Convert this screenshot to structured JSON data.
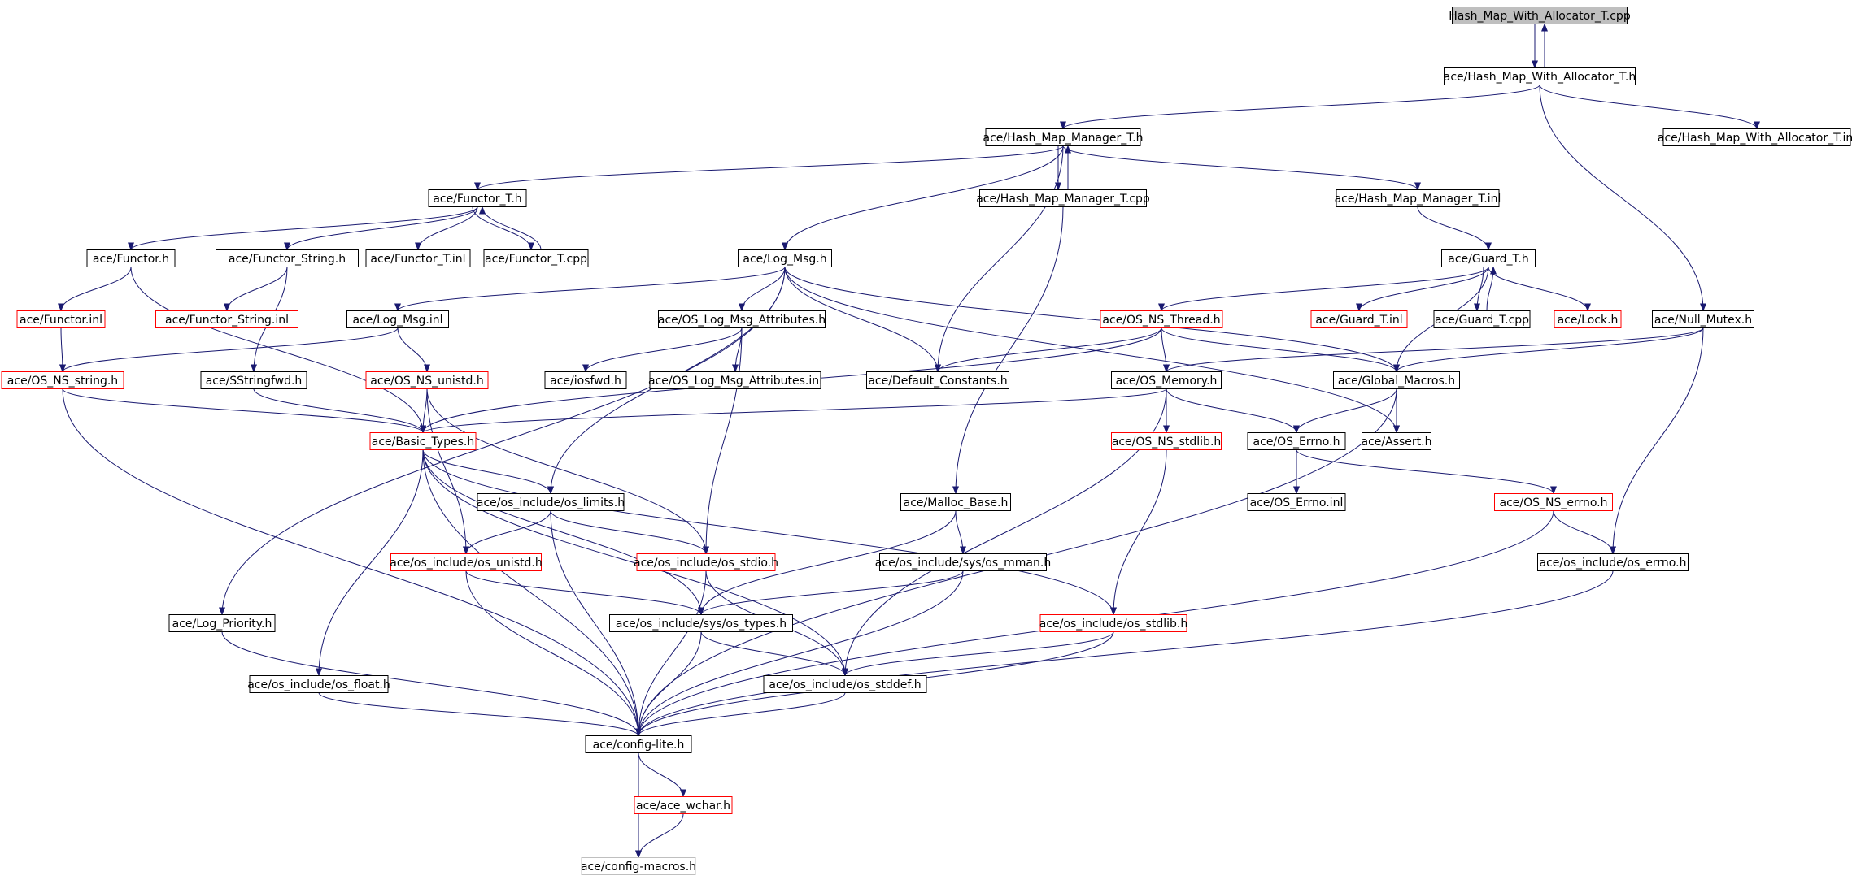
{
  "colors": {
    "edge": "#191970",
    "node_border_black": "#000000",
    "node_border_red": "#ff0000",
    "node_border_gray": "#bfbfbf",
    "root_fill": "#bfbfbf",
    "node_fill": "#ffffff"
  },
  "nodes": [
    {
      "id": "hmwa_cpp",
      "label": "Hash_Map_With_Allocator_T.cpp",
      "border": "black",
      "fill": "gray"
    },
    {
      "id": "hmwa_h",
      "label": "ace/Hash_Map_With_Allocator_T.h",
      "border": "black"
    },
    {
      "id": "hmm_h",
      "label": "ace/Hash_Map_Manager_T.h",
      "border": "black"
    },
    {
      "id": "hmwa_inl",
      "label": "ace/Hash_Map_With_Allocator_T.inl",
      "border": "black"
    },
    {
      "id": "functor_t_h",
      "label": "ace/Functor_T.h",
      "border": "black"
    },
    {
      "id": "hmm_cpp",
      "label": "ace/Hash_Map_Manager_T.cpp",
      "border": "black"
    },
    {
      "id": "hmm_inl",
      "label": "ace/Hash_Map_Manager_T.inl",
      "border": "black"
    },
    {
      "id": "functor_h",
      "label": "ace/Functor.h",
      "border": "black"
    },
    {
      "id": "functor_string_h",
      "label": "ace/Functor_String.h",
      "border": "black"
    },
    {
      "id": "functor_t_inl",
      "label": "ace/Functor_T.inl",
      "border": "black"
    },
    {
      "id": "functor_t_cpp",
      "label": "ace/Functor_T.cpp",
      "border": "black"
    },
    {
      "id": "log_msg_h",
      "label": "ace/Log_Msg.h",
      "border": "black"
    },
    {
      "id": "guard_t_h",
      "label": "ace/Guard_T.h",
      "border": "black"
    },
    {
      "id": "functor_inl",
      "label": "ace/Functor.inl",
      "border": "red"
    },
    {
      "id": "functor_string_inl",
      "label": "ace/Functor_String.inl",
      "border": "red"
    },
    {
      "id": "log_msg_inl",
      "label": "ace/Log_Msg.inl",
      "border": "black"
    },
    {
      "id": "os_log_msg_attr_h",
      "label": "ace/OS_Log_Msg_Attributes.h",
      "border": "black"
    },
    {
      "id": "os_ns_thread_h",
      "label": "ace/OS_NS_Thread.h",
      "border": "red"
    },
    {
      "id": "guard_t_inl",
      "label": "ace/Guard_T.inl",
      "border": "red"
    },
    {
      "id": "guard_t_cpp",
      "label": "ace/Guard_T.cpp",
      "border": "black"
    },
    {
      "id": "lock_h",
      "label": "ace/Lock.h",
      "border": "red"
    },
    {
      "id": "null_mutex_h",
      "label": "ace/Null_Mutex.h",
      "border": "black"
    },
    {
      "id": "os_ns_string_h",
      "label": "ace/OS_NS_string.h",
      "border": "red"
    },
    {
      "id": "sstringfwd_h",
      "label": "ace/SStringfwd.h",
      "border": "black"
    },
    {
      "id": "os_ns_unistd_h",
      "label": "ace/OS_NS_unistd.h",
      "border": "red"
    },
    {
      "id": "iosfwd_h",
      "label": "ace/iosfwd.h",
      "border": "black"
    },
    {
      "id": "os_log_msg_attr_inl",
      "label": "ace/OS_Log_Msg_Attributes.inl",
      "border": "black"
    },
    {
      "id": "default_constants_h",
      "label": "ace/Default_Constants.h",
      "border": "black"
    },
    {
      "id": "os_memory_h",
      "label": "ace/OS_Memory.h",
      "border": "black"
    },
    {
      "id": "global_macros_h",
      "label": "ace/Global_Macros.h",
      "border": "black"
    },
    {
      "id": "basic_types_h",
      "label": "ace/Basic_Types.h",
      "border": "red"
    },
    {
      "id": "os_ns_stdlib_h",
      "label": "ace/OS_NS_stdlib.h",
      "border": "red"
    },
    {
      "id": "os_errno_h",
      "label": "ace/OS_Errno.h",
      "border": "black"
    },
    {
      "id": "assert_h",
      "label": "ace/Assert.h",
      "border": "black"
    },
    {
      "id": "os_limits_h",
      "label": "ace/os_include/os_limits.h",
      "border": "black"
    },
    {
      "id": "malloc_base_h",
      "label": "ace/Malloc_Base.h",
      "border": "black"
    },
    {
      "id": "os_errno_inl",
      "label": "ace/OS_Errno.inl",
      "border": "black"
    },
    {
      "id": "os_ns_errno_h",
      "label": "ace/OS_NS_errno.h",
      "border": "red"
    },
    {
      "id": "os_unistd_h",
      "label": "ace/os_include/os_unistd.h",
      "border": "red"
    },
    {
      "id": "os_stdio_h",
      "label": "ace/os_include/os_stdio.h",
      "border": "red"
    },
    {
      "id": "os_mman_h",
      "label": "ace/os_include/sys/os_mman.h",
      "border": "black"
    },
    {
      "id": "os_errno_inc_h",
      "label": "ace/os_include/os_errno.h",
      "border": "black"
    },
    {
      "id": "log_priority_h",
      "label": "ace/Log_Priority.h",
      "border": "black"
    },
    {
      "id": "os_types_h",
      "label": "ace/os_include/sys/os_types.h",
      "border": "black"
    },
    {
      "id": "os_stdlib_h",
      "label": "ace/os_include/os_stdlib.h",
      "border": "red"
    },
    {
      "id": "os_float_h",
      "label": "ace/os_include/os_float.h",
      "border": "black"
    },
    {
      "id": "os_stddef_h",
      "label": "ace/os_include/os_stddef.h",
      "border": "black"
    },
    {
      "id": "config_lite_h",
      "label": "ace/config-lite.h",
      "border": "black"
    },
    {
      "id": "ace_wchar_h",
      "label": "ace/ace_wchar.h",
      "border": "red"
    },
    {
      "id": "config_macros_h",
      "label": "ace/config-macros.h",
      "border": "gray"
    }
  ],
  "edges": [
    [
      "hmwa_cpp",
      "hmwa_h"
    ],
    [
      "hmwa_h",
      "hmwa_cpp"
    ],
    [
      "hmwa_h",
      "hmm_h"
    ],
    [
      "hmwa_h",
      "hmwa_inl"
    ],
    [
      "hmwa_h",
      "null_mutex_h"
    ],
    [
      "hmm_h",
      "functor_t_h"
    ],
    [
      "hmm_h",
      "hmm_cpp"
    ],
    [
      "hmm_cpp",
      "hmm_h"
    ],
    [
      "hmm_h",
      "hmm_inl"
    ],
    [
      "hmm_h",
      "log_msg_h"
    ],
    [
      "hmm_h",
      "default_constants_h"
    ],
    [
      "functor_t_h",
      "functor_h"
    ],
    [
      "functor_t_h",
      "functor_string_h"
    ],
    [
      "functor_t_h",
      "functor_t_inl"
    ],
    [
      "functor_t_h",
      "functor_t_cpp"
    ],
    [
      "functor_t_cpp",
      "functor_t_h"
    ],
    [
      "functor_h",
      "functor_inl"
    ],
    [
      "functor_h",
      "basic_types_h"
    ],
    [
      "functor_inl",
      "os_ns_string_h"
    ],
    [
      "functor_string_h",
      "functor_string_inl"
    ],
    [
      "functor_string_h",
      "sstringfwd_h"
    ],
    [
      "hmm_inl",
      "guard_t_h"
    ],
    [
      "hmm_cpp",
      "malloc_base_h"
    ],
    [
      "log_msg_h",
      "log_msg_inl"
    ],
    [
      "log_msg_h",
      "os_log_msg_attr_h"
    ],
    [
      "log_msg_h",
      "default_constants_h"
    ],
    [
      "log_msg_h",
      "global_macros_h"
    ],
    [
      "log_msg_h",
      "assert_h"
    ],
    [
      "log_msg_h",
      "os_limits_h"
    ],
    [
      "log_msg_h",
      "log_priority_h"
    ],
    [
      "log_msg_inl",
      "os_ns_string_h"
    ],
    [
      "log_msg_inl",
      "os_ns_unistd_h"
    ],
    [
      "os_log_msg_attr_h",
      "iosfwd_h"
    ],
    [
      "os_log_msg_attr_h",
      "os_log_msg_attr_inl"
    ],
    [
      "os_log_msg_attr_h",
      "os_stdio_h"
    ],
    [
      "guard_t_h",
      "os_ns_thread_h"
    ],
    [
      "guard_t_h",
      "guard_t_inl"
    ],
    [
      "guard_t_h",
      "guard_t_cpp"
    ],
    [
      "guard_t_cpp",
      "guard_t_h"
    ],
    [
      "guard_t_h",
      "lock_h"
    ],
    [
      "guard_t_h",
      "global_macros_h"
    ],
    [
      "os_ns_thread_h",
      "default_constants_h"
    ],
    [
      "os_ns_thread_h",
      "os_memory_h"
    ],
    [
      "os_ns_thread_h",
      "global_macros_h"
    ],
    [
      "os_ns_thread_h",
      "basic_types_h"
    ],
    [
      "null_mutex_h",
      "global_macros_h"
    ],
    [
      "null_mutex_h",
      "os_memory_h"
    ],
    [
      "null_mutex_h",
      "os_errno_inc_h"
    ],
    [
      "os_ns_string_h",
      "basic_types_h"
    ],
    [
      "os_ns_string_h",
      "config_lite_h"
    ],
    [
      "sstringfwd_h",
      "basic_types_h"
    ],
    [
      "os_ns_unistd_h",
      "basic_types_h"
    ],
    [
      "os_ns_unistd_h",
      "os_unistd_h"
    ],
    [
      "os_ns_unistd_h",
      "os_stdio_h"
    ],
    [
      "os_memory_h",
      "basic_types_h"
    ],
    [
      "os_memory_h",
      "os_ns_stdlib_h"
    ],
    [
      "os_memory_h",
      "os_errno_h"
    ],
    [
      "os_memory_h",
      "os_stddef_h"
    ],
    [
      "global_macros_h",
      "os_errno_h"
    ],
    [
      "global_macros_h",
      "assert_h"
    ],
    [
      "global_macros_h",
      "config_lite_h"
    ],
    [
      "basic_types_h",
      "os_limits_h"
    ],
    [
      "basic_types_h",
      "os_types_h"
    ],
    [
      "basic_types_h",
      "os_stddef_h"
    ],
    [
      "basic_types_h",
      "os_stdlib_h"
    ],
    [
      "basic_types_h",
      "os_float_h"
    ],
    [
      "basic_types_h",
      "config_lite_h"
    ],
    [
      "os_ns_stdlib_h",
      "os_stdlib_h"
    ],
    [
      "os_errno_h",
      "os_errno_inl"
    ],
    [
      "os_errno_h",
      "os_ns_errno_h"
    ],
    [
      "os_ns_errno_h",
      "os_errno_inc_h"
    ],
    [
      "os_ns_errno_h",
      "config_lite_h"
    ],
    [
      "os_limits_h",
      "os_unistd_h"
    ],
    [
      "os_limits_h",
      "os_stdio_h"
    ],
    [
      "os_limits_h",
      "config_lite_h"
    ],
    [
      "malloc_base_h",
      "os_mman_h"
    ],
    [
      "malloc_base_h",
      "os_types_h"
    ],
    [
      "os_unistd_h",
      "os_types_h"
    ],
    [
      "os_unistd_h",
      "config_lite_h"
    ],
    [
      "os_stdio_h",
      "os_stddef_h"
    ],
    [
      "os_stdio_h",
      "config_lite_h"
    ],
    [
      "os_mman_h",
      "os_types_h"
    ],
    [
      "os_mman_h",
      "config_lite_h"
    ],
    [
      "os_errno_inc_h",
      "config_lite_h"
    ],
    [
      "log_priority_h",
      "config_lite_h"
    ],
    [
      "os_types_h",
      "os_stddef_h"
    ],
    [
      "os_types_h",
      "config_lite_h"
    ],
    [
      "os_stdlib_h",
      "os_stddef_h"
    ],
    [
      "os_stdlib_h",
      "config_lite_h"
    ],
    [
      "os_float_h",
      "config_lite_h"
    ],
    [
      "os_stddef_h",
      "config_lite_h"
    ],
    [
      "config_lite_h",
      "ace_wchar_h"
    ],
    [
      "config_lite_h",
      "config_macros_h"
    ],
    [
      "ace_wchar_h",
      "config_macros_h"
    ]
  ]
}
